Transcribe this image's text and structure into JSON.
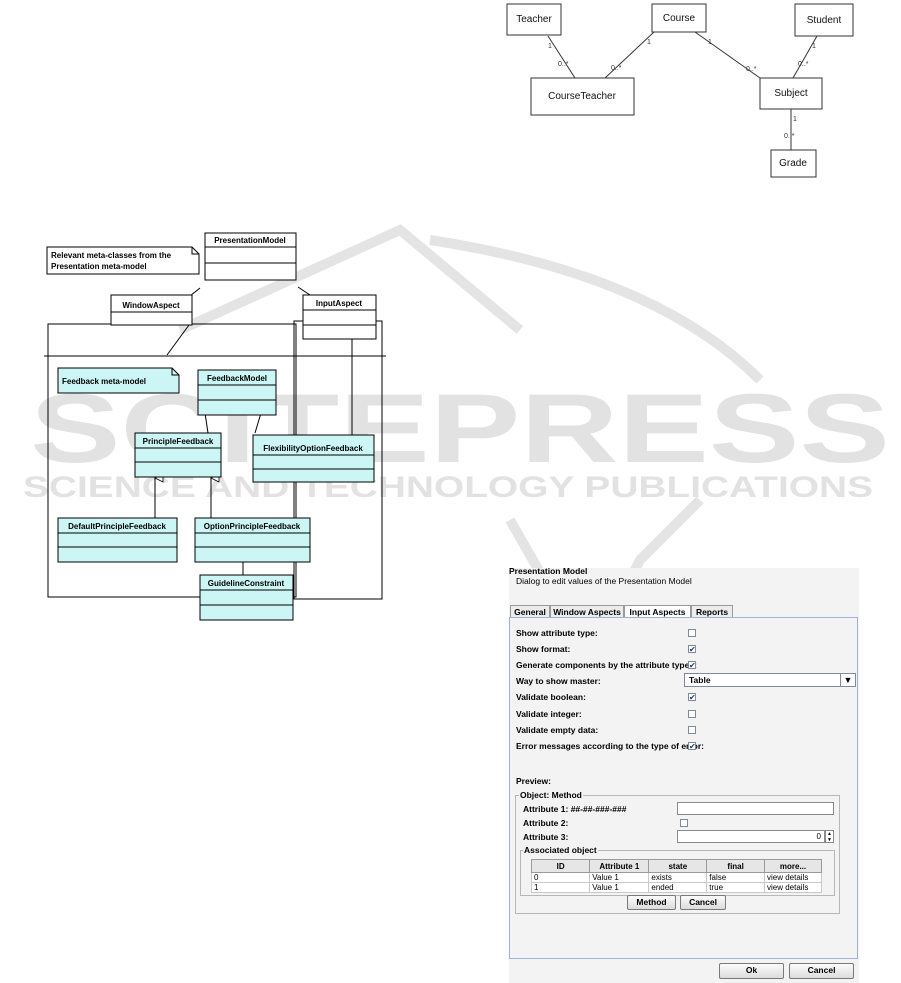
{
  "erd": {
    "entities": {
      "teacher": "Teacher",
      "course": "Course",
      "student": "Student",
      "courseteacher": "CourseTeacher",
      "subject": "Subject",
      "grade": "Grade"
    },
    "multiplicities": {
      "teacher_one": "1",
      "teacher_many": "0..*",
      "course_ct_one": "1",
      "course_ct_many": "0..*",
      "course_subj_one": "1",
      "course_subj_many": "0..*",
      "student_one": "1",
      "student_many": "0..*",
      "subject_grade_one": "1",
      "subject_grade_many": "0..*"
    }
  },
  "uml": {
    "note_presentation": [
      "Relevant meta-classes from the",
      "Presentation meta-model"
    ],
    "note_feedback": "Feedback meta-model",
    "classes": {
      "presentation_model": "PresentationModel",
      "window_aspect": "WindowAspect",
      "input_aspect": "InputAspect",
      "feedback_model": "FeedbackModel",
      "principle_feedback": "PrincipleFeedback",
      "flexibility_option_feedback": "FlexibilityOptionFeedback",
      "default_principle_feedback": "DefaultPrincipleFeedback",
      "option_principle_feedback": "OptionPrincipleFeedback",
      "guideline_constraint": "GuidelineConstraint"
    },
    "colors": {
      "feedback_fill": "#ccf5f5",
      "presentation_fill": "#ffffff"
    }
  },
  "watermark": {
    "title": "SCITEPRESS",
    "subtitle": "SCIENCE AND TECHNOLOGY PUBLICATIONS",
    "color": "#e2e2e2"
  },
  "dialog": {
    "title": "Presentation Model",
    "subtitle": "Dialog to edit values of the Presentation Model",
    "tabs": [
      "General",
      "Window Aspects",
      "Input Aspects",
      "Reports"
    ],
    "active_tab": "Input Aspects",
    "options": [
      {
        "label": "Show attribute type:",
        "checked": false
      },
      {
        "label": "Show format:",
        "checked": true
      },
      {
        "label": "Generate components by the attribute types:",
        "checked": true
      },
      {
        "label": "Way to show master:",
        "value": "Table"
      },
      {
        "label": "Validate boolean:",
        "checked": true
      },
      {
        "label": "Validate integer:",
        "checked": false
      },
      {
        "label": "Validate empty data:",
        "checked": false
      },
      {
        "label": "Error messages according to the type of error:",
        "checked": true
      }
    ],
    "preview_label": "Preview:",
    "object_group": "Object: Method",
    "attr1_label": "Attribute 1: ##-##-###-###",
    "attr2_label": "Attribute 2:",
    "attr3_label": "Attribute 3:",
    "attr3_value": "0",
    "assoc_group": "Associated object",
    "table": {
      "headers": [
        "ID",
        "Attribute 1",
        "state",
        "final",
        "more..."
      ],
      "rows": [
        [
          "0",
          "Value 1",
          "exists",
          "false",
          "view details"
        ],
        [
          "1",
          "Value 1",
          "ended",
          "true",
          "view details"
        ]
      ]
    },
    "method_button": "Method",
    "cancel_button": "Cancel",
    "ok_button": "Ok",
    "cancel_bottom_button": "Cancel"
  }
}
